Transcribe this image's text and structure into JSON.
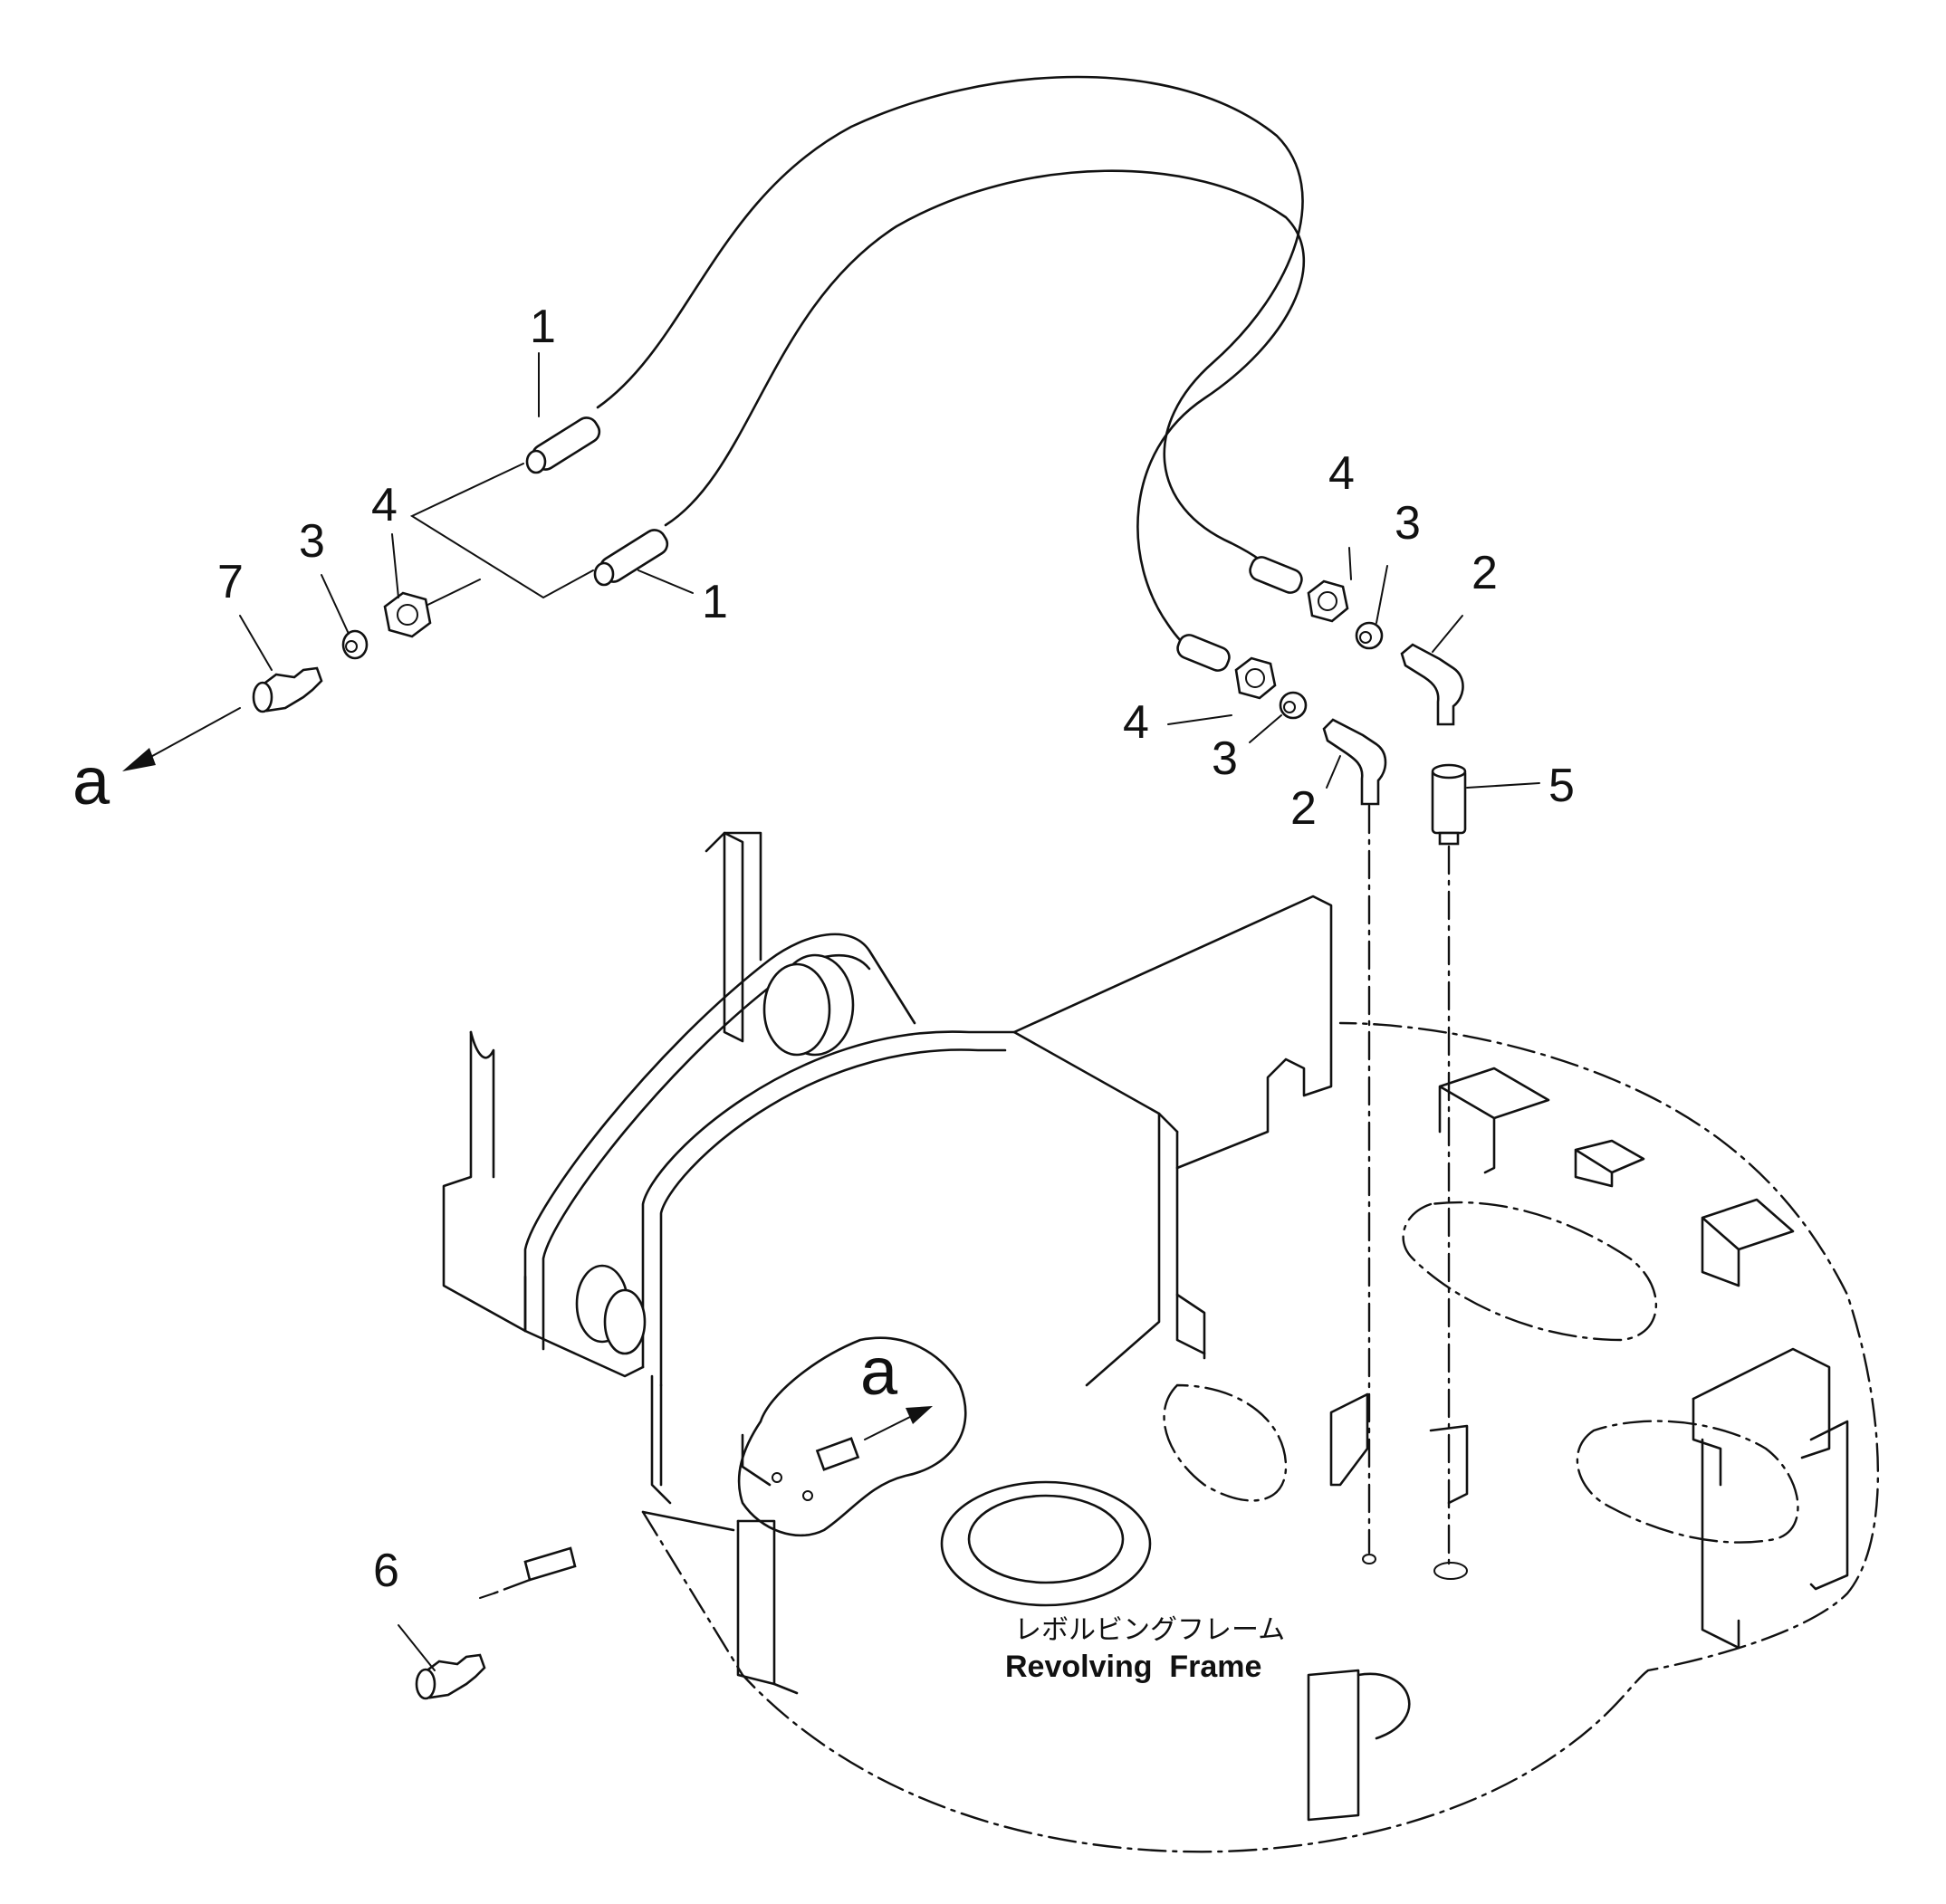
{
  "callouts": {
    "c1a": "1",
    "c1b": "1",
    "c2a": "2",
    "c2b": "2",
    "c3a": "3",
    "c3b": "3",
    "c3c": "3",
    "c4a": "4",
    "c4b": "4",
    "c4c": "4",
    "c5": "5",
    "c6": "6",
    "c7": "7"
  },
  "view_markers": {
    "left": "a",
    "frame": "a"
  },
  "caption": {
    "japanese": "レボルビングフレーム",
    "english": "Revolving  Frame"
  }
}
